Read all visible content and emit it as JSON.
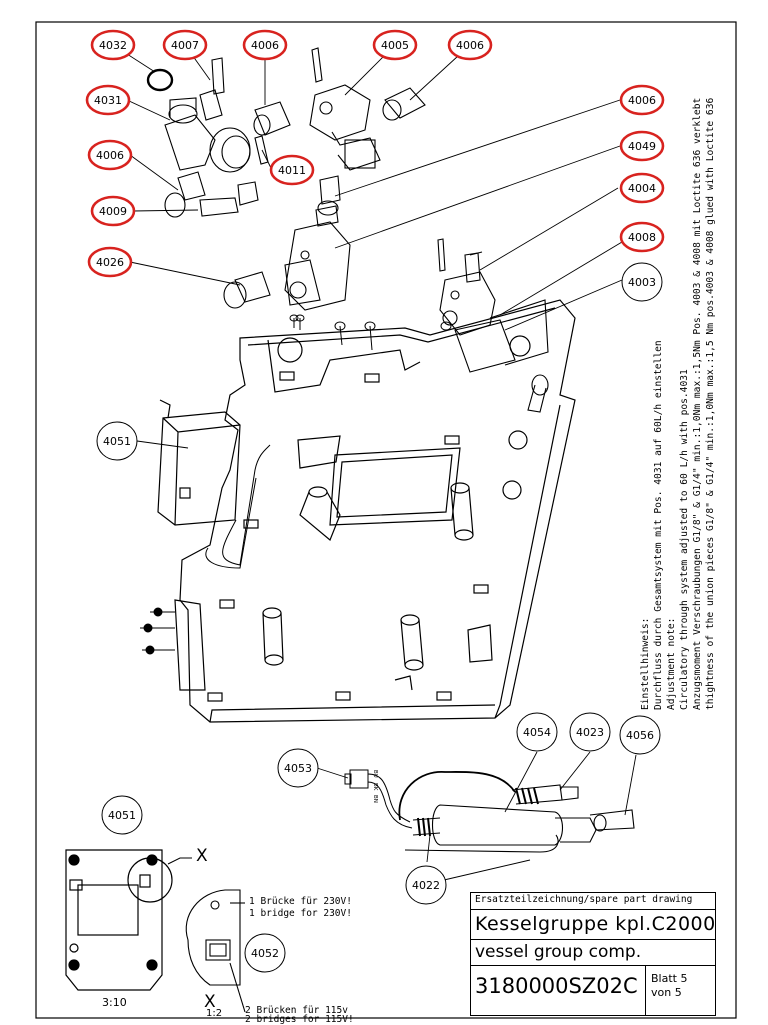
{
  "balloons": [
    {
      "id": "4032",
      "highlight": true
    },
    {
      "id": "4007",
      "highlight": true
    },
    {
      "id": "4006",
      "highlight": true
    },
    {
      "id": "4005",
      "highlight": true
    },
    {
      "id": "4006",
      "highlight": true
    },
    {
      "id": "4031",
      "highlight": true
    },
    {
      "id": "4006",
      "highlight": true
    },
    {
      "id": "4011",
      "highlight": true
    },
    {
      "id": "4009",
      "highlight": true
    },
    {
      "id": "4006",
      "highlight": true
    },
    {
      "id": "4049",
      "highlight": true
    },
    {
      "id": "4004",
      "highlight": true
    },
    {
      "id": "4008",
      "highlight": true
    },
    {
      "id": "4003",
      "highlight": false
    },
    {
      "id": "4026",
      "highlight": true
    },
    {
      "id": "4051",
      "highlight": false
    },
    {
      "id": "4054",
      "highlight": false
    },
    {
      "id": "4023",
      "highlight": false
    },
    {
      "id": "4056",
      "highlight": false
    },
    {
      "id": "4053",
      "highlight": false
    },
    {
      "id": "4022",
      "highlight": false
    },
    {
      "id": "4051",
      "highlight": false
    },
    {
      "id": "4052",
      "highlight": false
    }
  ],
  "notes": {
    "line1": "Einstellhinweis:",
    "line2": "Durchfluss durch Gesamtsystem mit Pos. 4031 auf 60L/h einstellen",
    "line3": "Adjustment note:",
    "line4": "Circulatory through system adjusted to 60 L/h with pos.4031",
    "line5": "Anzugsmoment Verschraubungen G1/8\" & G1/4\" min.:1,0Nm  max.:1,5Nm  Pos. 4003 & 4008 mit Loctite 636 verklebt",
    "line6": "thightness of the union pieces G1/8\" & G1/4\" min.:1,0Nm  max.:1,5 Nm pos.4003 & 4008 glued with Loctite 636"
  },
  "detail": {
    "view_marker": "X",
    "scale_main": "3:10",
    "scale_detail": "1:2",
    "bridge_230_de": "1 Brücke für 230V!",
    "bridge_230_en": "1 bridge for 230V!",
    "bridge_115_de": "2 Brücken für 115v",
    "bridge_115_en": "2 bridges for 115V!"
  },
  "wire_labels": [
    "BU",
    "BK",
    "BN"
  ],
  "title_block": {
    "header": "Ersatzteilzeichnung/spare part drawing",
    "name_de": "Kesselgruppe kpl.C2000",
    "name_en": "vessel group comp.",
    "drawing_no": "3180000SZ02C",
    "sheet_label": "Blatt 5",
    "sheet_of": "von 5"
  },
  "colors": {
    "highlight": "#d8231f",
    "line": "#000000"
  }
}
